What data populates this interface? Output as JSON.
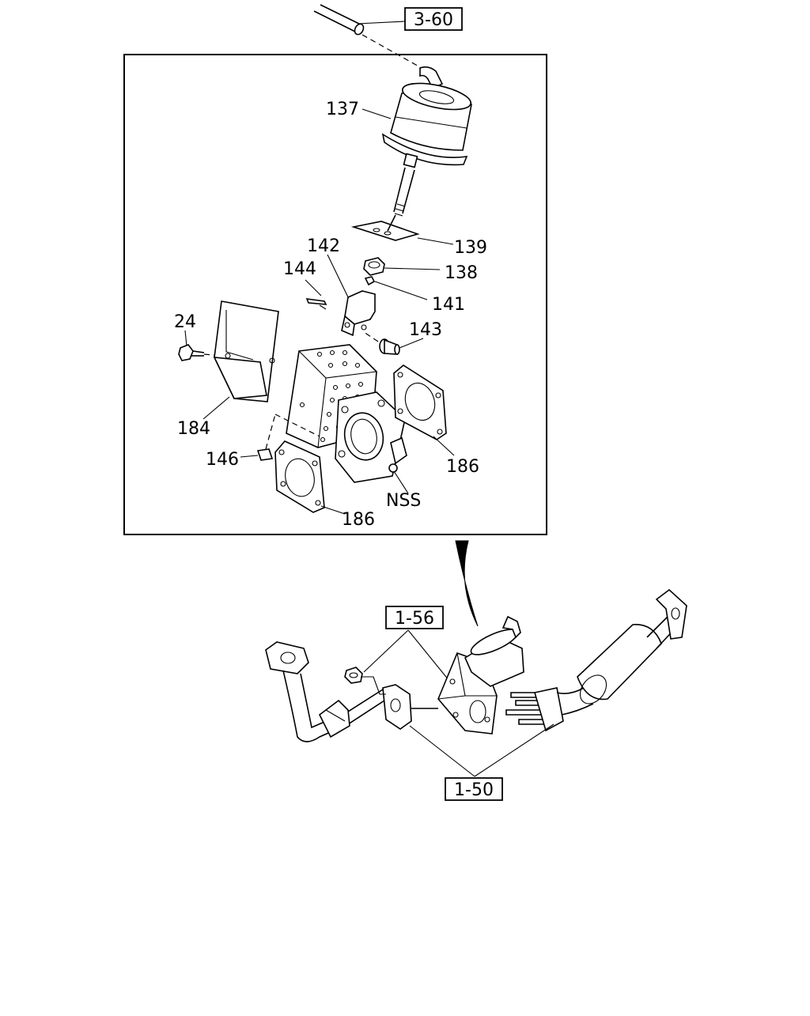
{
  "references": {
    "ref_top": "3-60",
    "ref_pipe": "1-56",
    "ref_bottom": "1-50"
  },
  "callouts": {
    "c137": "137",
    "c139": "139",
    "c142": "142",
    "c138": "138",
    "c144": "144",
    "c141": "141",
    "c24": "24",
    "c143": "143",
    "c184": "184",
    "c186a": "186",
    "c146": "146",
    "cnss": "NSS",
    "c186b": "186"
  }
}
